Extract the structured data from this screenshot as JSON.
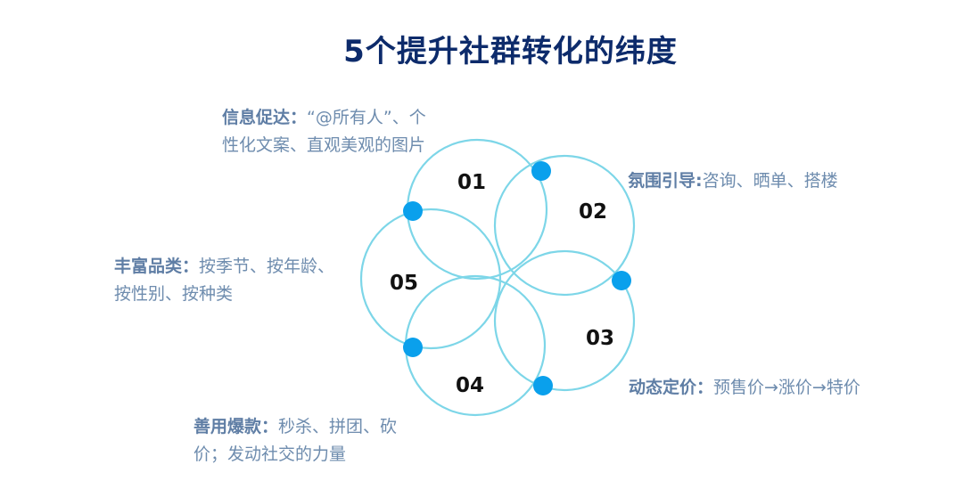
{
  "title": "5个提升社群转化的纬度",
  "colors": {
    "title": "#0d2b6b",
    "petal_stroke": "#7dd6e8",
    "dot": "#0aa0ec",
    "label_head": "#5f7ea5",
    "label_text": "#6e8cae"
  },
  "petals": [
    {
      "number": "01",
      "dot_icon": "blue-dot-icon"
    },
    {
      "number": "02",
      "dot_icon": "blue-dot-icon"
    },
    {
      "number": "03",
      "dot_icon": "blue-dot-icon"
    },
    {
      "number": "04",
      "dot_icon": "blue-dot-icon"
    },
    {
      "number": "05",
      "dot_icon": "blue-dot-icon"
    }
  ],
  "labels": {
    "info": {
      "head": "信息促达：",
      "line1": "“@所有人”、个",
      "line2": "性化文案、直观美观的图片"
    },
    "atmosphere": {
      "head": "氛围引导:",
      "line1": "咨询、晒单、搭楼"
    },
    "pricing": {
      "head": "动态定价：",
      "line1": "预售价→涨价→特价"
    },
    "hot": {
      "head": "善用爆款：",
      "line1": "秒杀、拼团、砍",
      "line2": "价；发动社交的力量"
    },
    "category": {
      "head": "丰富品类：",
      "line1": "按季节、按年龄、",
      "line2": "按性别、按种类"
    }
  }
}
